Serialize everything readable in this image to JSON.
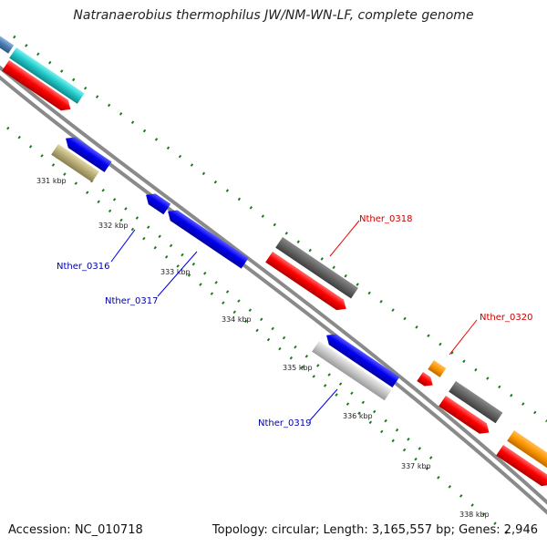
{
  "title": "Natranaerobius thermophilus JW/NM-WN-LF, complete genome",
  "footer": {
    "accession": "Accession: NC_010718",
    "summary": "Topology: circular; Length: 3,165,557 bp; Genes: 2,946"
  },
  "scale_ticks": [
    "331 kbp",
    "332 kbp",
    "333 kbp",
    "334 kbp",
    "335 kbp",
    "336 kbp",
    "337 kbp",
    "338 kbp"
  ],
  "gene_labels": {
    "nther_0316": "Nther_0316",
    "nther_0317": "Nther_0317",
    "nther_0318": "Nther_0318",
    "nther_0319": "Nther_0319",
    "nther_0320": "Nther_0320"
  },
  "colors": {
    "forward_cds": "#ff0000",
    "reverse_cds": "#0000ff",
    "gray_feature": "#666666",
    "light_gray_feature": "#c8c8c8",
    "orange_feature": "#ff9900",
    "cyan_feature": "#22cccc",
    "olive_feature": "#bbb07a",
    "steelblue_feature": "#4d7fb5",
    "tick_green": "#1f7a1f",
    "label_blue": "#0000aa",
    "label_red": "#cc0000"
  }
}
